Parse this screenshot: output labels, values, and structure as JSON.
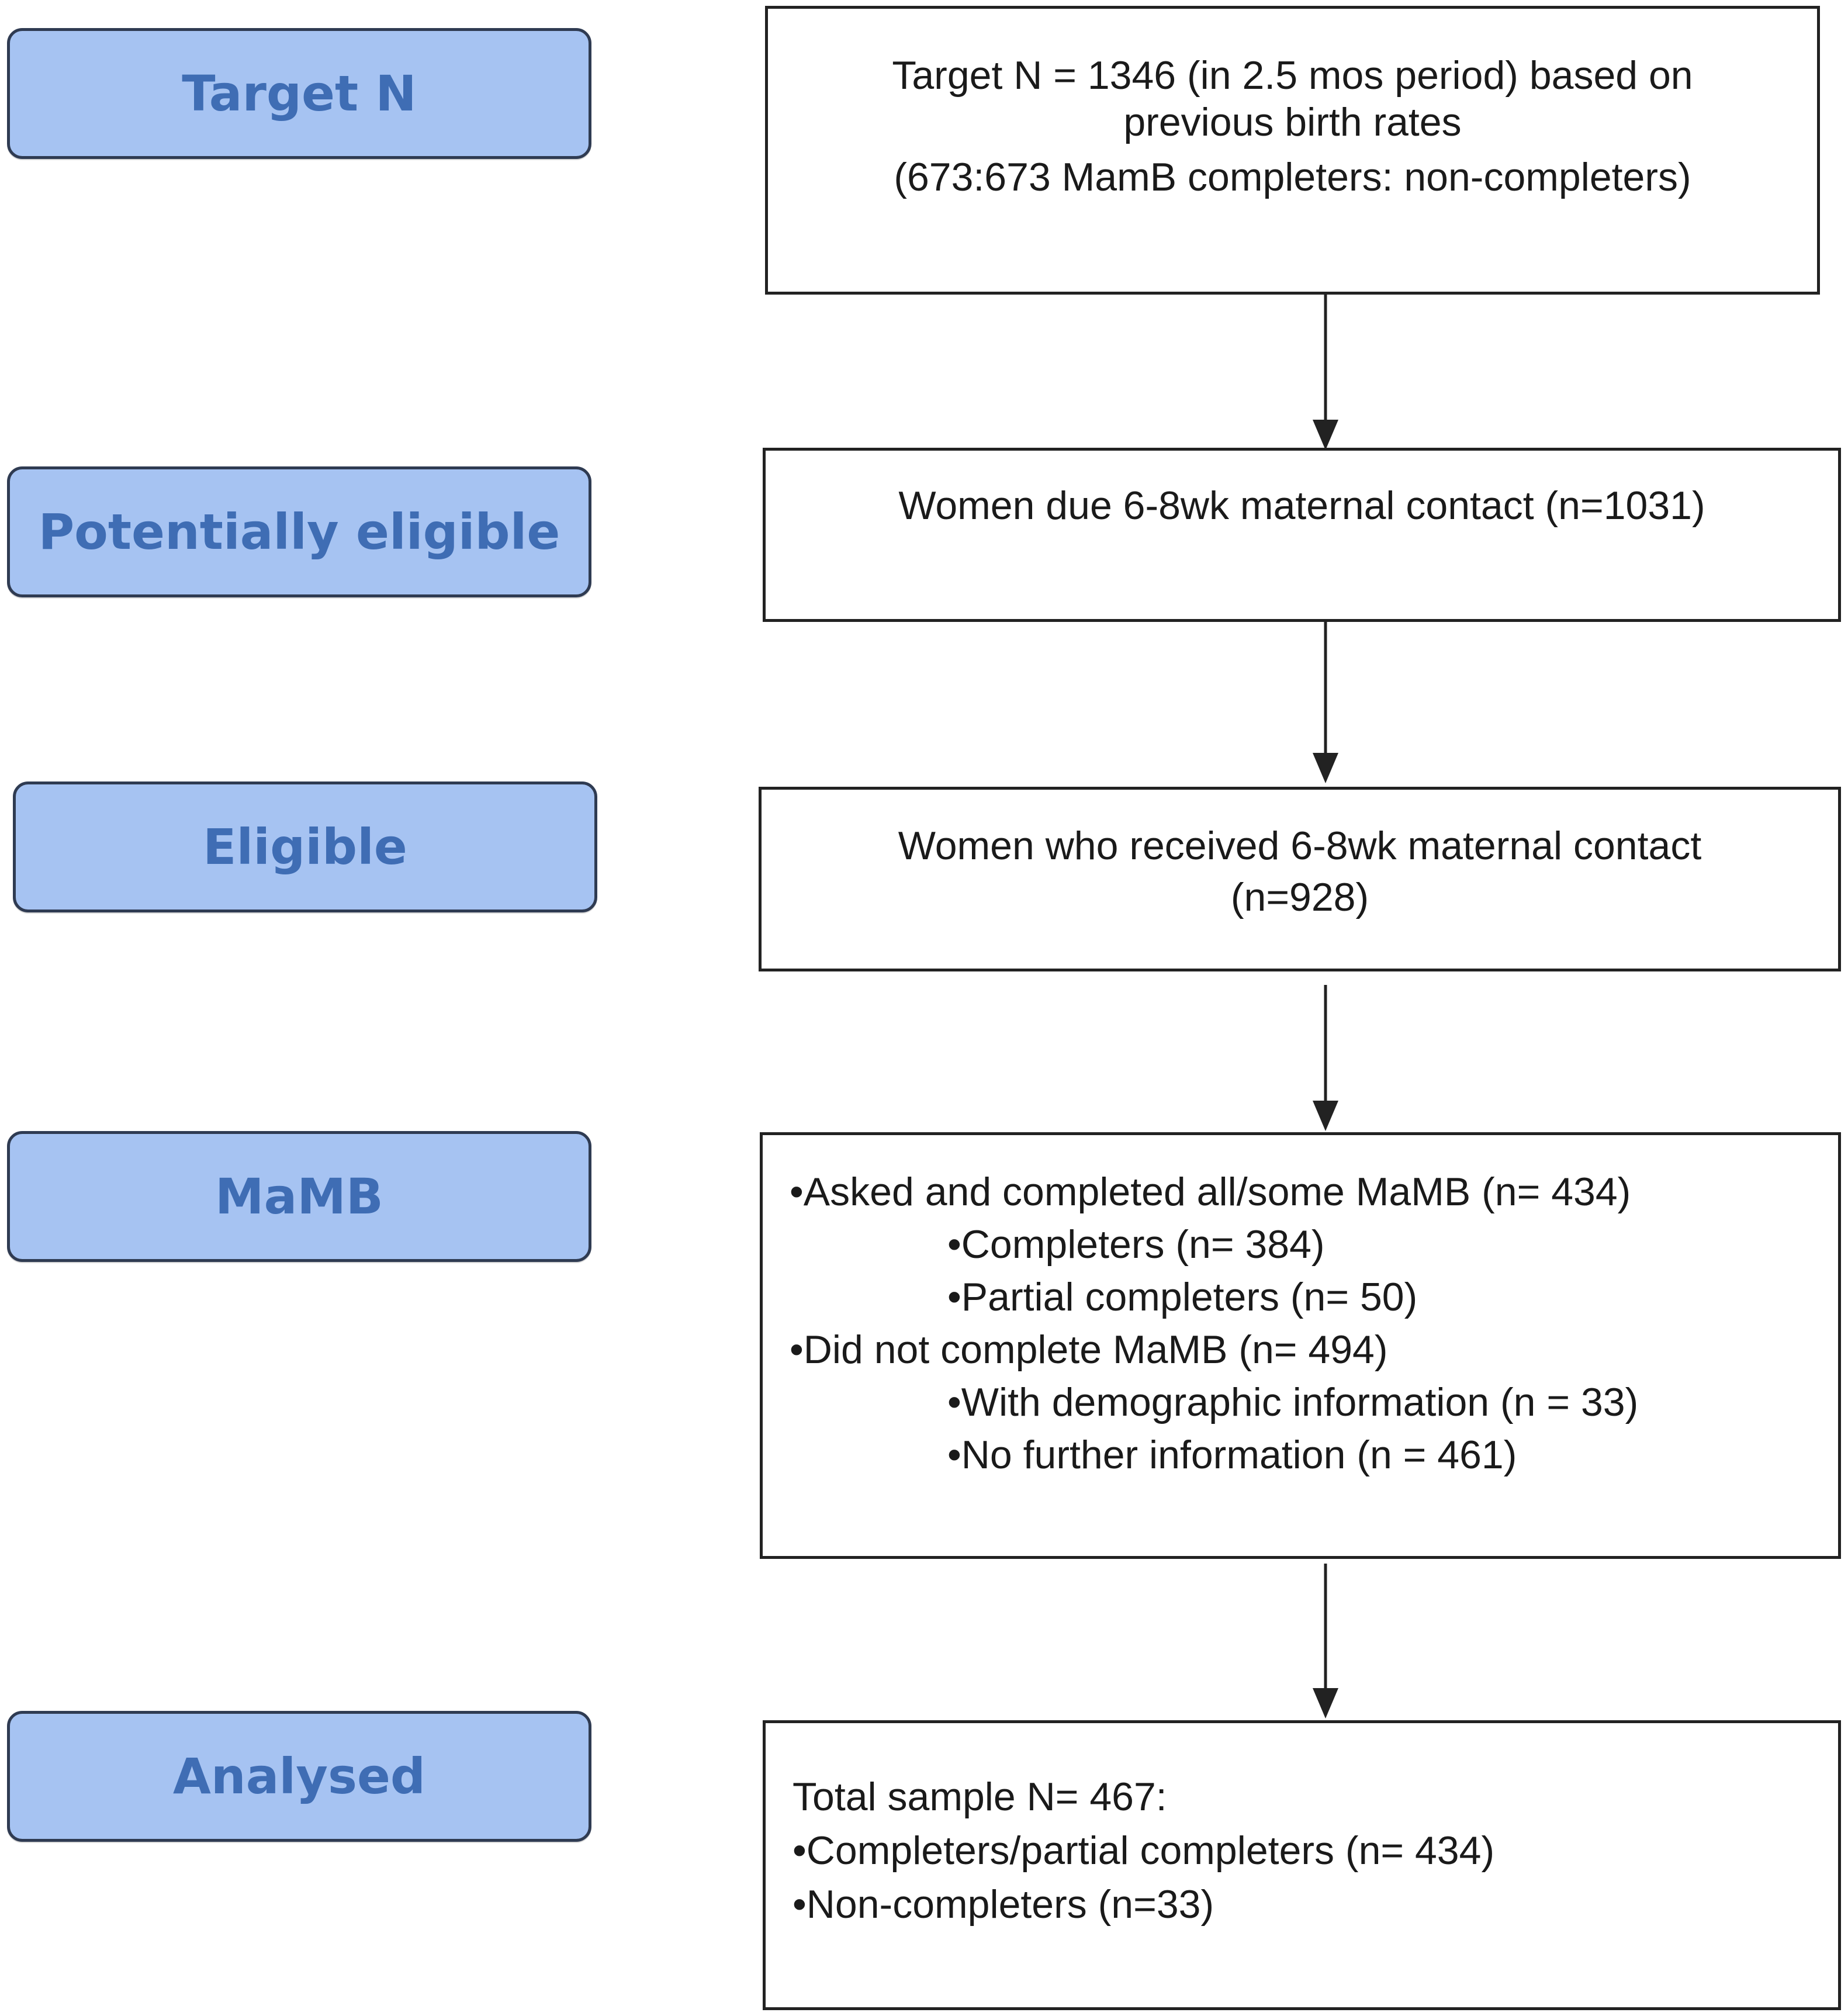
{
  "stages": [
    {
      "id": "target",
      "label": "Target N"
    },
    {
      "id": "potential",
      "label": "Potentially eligible"
    },
    {
      "id": "eligible",
      "label": "Eligible"
    },
    {
      "id": "mamb",
      "label": "MaMB"
    },
    {
      "id": "analysed",
      "label": "Analysed"
    }
  ],
  "boxes": {
    "target": {
      "lines": [
        "Target N = 1346 (in 2.5 mos period) based on",
        "previous birth rates",
        "(673:673 MamB completers: non-completers)"
      ]
    },
    "potential": {
      "lines": [
        "Women due 6-8wk maternal contact (n=1031)"
      ]
    },
    "eligible": {
      "lines": [
        "Women who received 6-8wk maternal contact",
        "(n=928)"
      ]
    },
    "mamb": {
      "items": [
        "•Asked and completed all/some MaMB (n= 434)",
        "•Completers (n= 384)",
        "•Partial completers (n= 50)",
        "•Did not complete MaMB (n= 494)",
        "•With demographic information (n = 33)",
        "•No further information (n = 461)"
      ]
    },
    "analysed": {
      "items": [
        "Total sample N= 467:",
        "•Completers/partial completers (n= 434)",
        "•Non-completers (n=33)"
      ]
    }
  }
}
